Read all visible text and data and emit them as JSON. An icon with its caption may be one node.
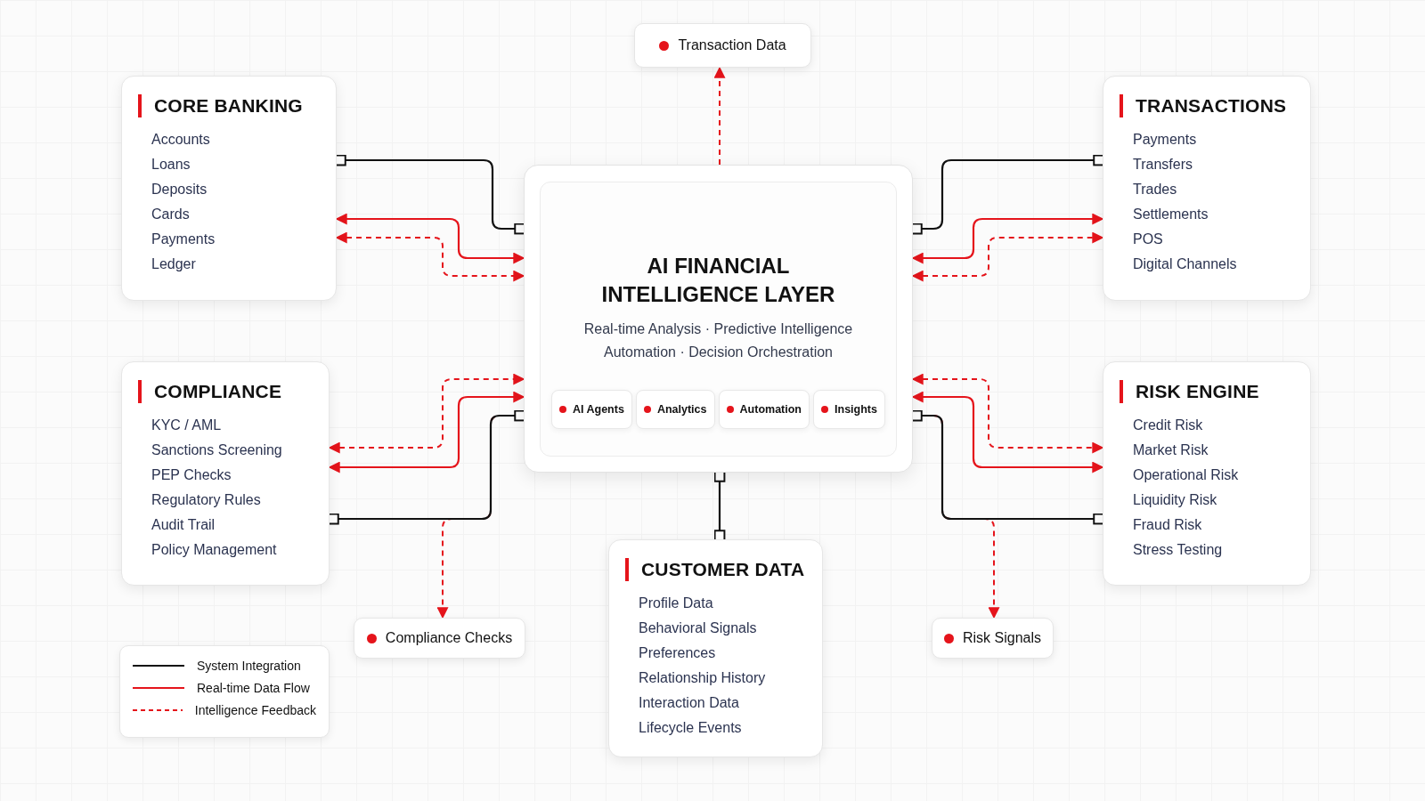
{
  "diagram": {
    "nodes": [
      {
        "text": [
          "Transaction Data"
        ]
      },
      {
        "text": [
          "CORE BANKING",
          "Accounts",
          "Loans",
          "Deposits",
          "Cards",
          "Payments",
          "Ledger"
        ]
      },
      {
        "text": [
          "TRANSACTIONS",
          "Payments",
          "Transfers",
          "Trades",
          "Settlements",
          "POS",
          "Digital Channels"
        ]
      },
      {
        "text": [],
        "shape": "box"
      },
      {
        "text": [
          "AI FINANCIAL INTELLIGENCE LAYER",
          "Real-time Analysis · Predictive Intelligence",
          "Automation · Decision Orchestration"
        ],
        "in": 3
      },
      {
        "text": [
          "AI Agents"
        ],
        "in": 4
      },
      {
        "text": [
          "Analytics"
        ],
        "in": 4
      },
      {
        "text": [
          "Automation"
        ],
        "in": 4
      },
      {
        "text": [
          "Insights"
        ],
        "in": 4
      },
      {
        "text": [
          "COMPLIANCE",
          "KYC / AML",
          "Sanctions Screening",
          "PEP Checks",
          "Regulatory Rules",
          "Audit Trail",
          "Policy Management"
        ]
      },
      {
        "text": [
          "RISK ENGINE",
          "Credit Risk",
          "Market Risk",
          "Operational Risk",
          "Liquidity Risk",
          "Fraud Risk",
          "Stress Testing"
        ]
      },
      {
        "text": [
          "Compliance Checks"
        ]
      },
      {
        "text": [
          "CUSTOMER DATA",
          "Profile Data",
          "Behavioral Signals",
          "Preferences",
          "Relationship History",
          "Interaction Data",
          "Lifecycle Events"
        ]
      },
      {
        "text": [
          "Risk Signals"
        ]
      }
    ],
    "edges": [
      {
        "from": 3,
        "to": 0,
        "arrow": "to",
        "style": "dashed"
      },
      {
        "from": 1,
        "to": 3,
        "arrow": "other",
        "color": "#111111"
      },
      {
        "from": 1,
        "to": 3,
        "arrow": "both"
      },
      {
        "from": 1,
        "to": 3,
        "arrow": "both",
        "style": "dashed"
      },
      {
        "from": 3,
        "to": 2,
        "arrow": "other",
        "color": "#111111"
      },
      {
        "from": 3,
        "to": 2,
        "arrow": "both"
      },
      {
        "from": 3,
        "to": 2,
        "arrow": "both",
        "style": "dashed"
      },
      {
        "from": 9,
        "to": 3,
        "arrow": "both",
        "style": "dashed"
      },
      {
        "from": 9,
        "to": 3,
        "arrow": "both"
      },
      {
        "from": 3,
        "to": 11,
        "arrow": "to",
        "style": "dashed"
      },
      {
        "from": 9,
        "to": 3,
        "arrow": "other",
        "color": "#111111"
      },
      {
        "from": 3,
        "to": 10,
        "arrow": "both",
        "style": "dashed"
      },
      {
        "from": 3,
        "to": 10,
        "arrow": "both"
      },
      {
        "from": 3,
        "to": 13,
        "arrow": "to",
        "style": "dashed"
      },
      {
        "from": 3,
        "to": 10,
        "arrow": "other",
        "color": "#111111"
      },
      {
        "from": 3,
        "to": 12,
        "arrow": "other",
        "color": "#111111"
      }
    ],
    "legend": [
      {
        "text": "System Integration"
      },
      {
        "text": "Real-time Data Flow"
      },
      {
        "text": "Intelligence Feedback"
      }
    ]
  }
}
